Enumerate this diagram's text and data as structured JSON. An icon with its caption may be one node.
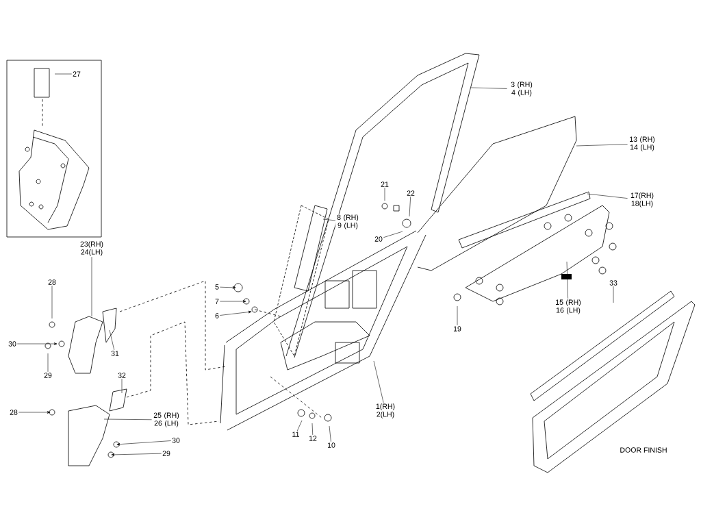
{
  "diagram": {
    "nodes": [
      {
        "text": [
          "3 (RH) 4 (LH)"
        ]
      },
      {
        "text": [
          "13 (RH) 14 (LH)"
        ]
      },
      {
        "text": [
          "17(RH) 18(LH)"
        ]
      },
      {
        "text": [
          "8 (RH) 9 (LH)"
        ]
      },
      {
        "text": [
          "21"
        ]
      },
      {
        "text": [
          "22"
        ]
      },
      {
        "text": [
          "20"
        ]
      },
      {
        "text": [
          "5"
        ]
      },
      {
        "text": [
          "7"
        ]
      },
      {
        "text": [
          "6"
        ]
      },
      {
        "text": [
          "19"
        ]
      },
      {
        "text": [
          "15 (RH) 16 (LH)"
        ]
      },
      {
        "text": [
          "33"
        ]
      },
      {
        "text": [
          "1(RH) 2(LH)"
        ]
      },
      {
        "text": [
          "11"
        ]
      },
      {
        "text": [
          "12"
        ]
      },
      {
        "text": [
          "10"
        ]
      },
      {
        "text": [
          "27"
        ]
      },
      {
        "text": [
          "23(RH) 24(LH)"
        ]
      },
      {
        "text": [
          "28"
        ]
      },
      {
        "text": [
          "30"
        ]
      },
      {
        "text": [
          "31"
        ]
      },
      {
        "text": [
          "29"
        ]
      },
      {
        "text": [
          "32"
        ]
      },
      {
        "text": [
          "28"
        ]
      },
      {
        "text": [
          "25 (RH) 26 (LH)"
        ]
      },
      {
        "text": [
          "30"
        ]
      },
      {
        "text": [
          "29"
        ]
      }
    ],
    "edges": [
      {
        "from": 0,
        "to": null,
        "arrow": "none"
      },
      {
        "from": 1,
        "to": null,
        "arrow": "none"
      },
      {
        "from": 2,
        "to": null,
        "arrow": "none"
      },
      {
        "from": 3,
        "to": null,
        "arrow": "none"
      },
      {
        "from": 4,
        "to": null,
        "arrow": "none"
      },
      {
        "from": 5,
        "to": null,
        "arrow": "none"
      },
      {
        "from": 6,
        "to": null,
        "arrow": "none"
      },
      {
        "from": 7,
        "to": null,
        "arrow": "to"
      },
      {
        "from": 8,
        "to": null,
        "arrow": "to"
      },
      {
        "from": 9,
        "to": null,
        "arrow": "to"
      },
      {
        "from": 10,
        "to": null,
        "arrow": "none"
      },
      {
        "from": 11,
        "to": null,
        "arrow": "none"
      },
      {
        "from": 12,
        "to": null,
        "arrow": "none"
      },
      {
        "from": 13,
        "to": null,
        "arrow": "none"
      },
      {
        "from": 14,
        "to": null,
        "arrow": "none"
      },
      {
        "from": 15,
        "to": null,
        "arrow": "none"
      },
      {
        "from": 16,
        "to": null,
        "arrow": "none"
      },
      {
        "from": 17,
        "to": null,
        "arrow": "none"
      },
      {
        "from": 18,
        "to": null,
        "arrow": "none"
      },
      {
        "from": 19,
        "to": null,
        "arrow": "none"
      },
      {
        "from": 20,
        "to": null,
        "arrow": "to"
      },
      {
        "from": 21,
        "to": null,
        "arrow": "none"
      },
      {
        "from": 22,
        "to": null,
        "arrow": "none"
      },
      {
        "from": 23,
        "to": null,
        "arrow": "none"
      },
      {
        "from": 24,
        "to": null,
        "arrow": "to"
      },
      {
        "from": 25,
        "to": null,
        "arrow": "none"
      },
      {
        "from": 26,
        "to": null,
        "arrow": "to"
      },
      {
        "from": 27,
        "to": null,
        "arrow": "to"
      }
    ],
    "labels": [
      "DOOR FINISH"
    ]
  }
}
